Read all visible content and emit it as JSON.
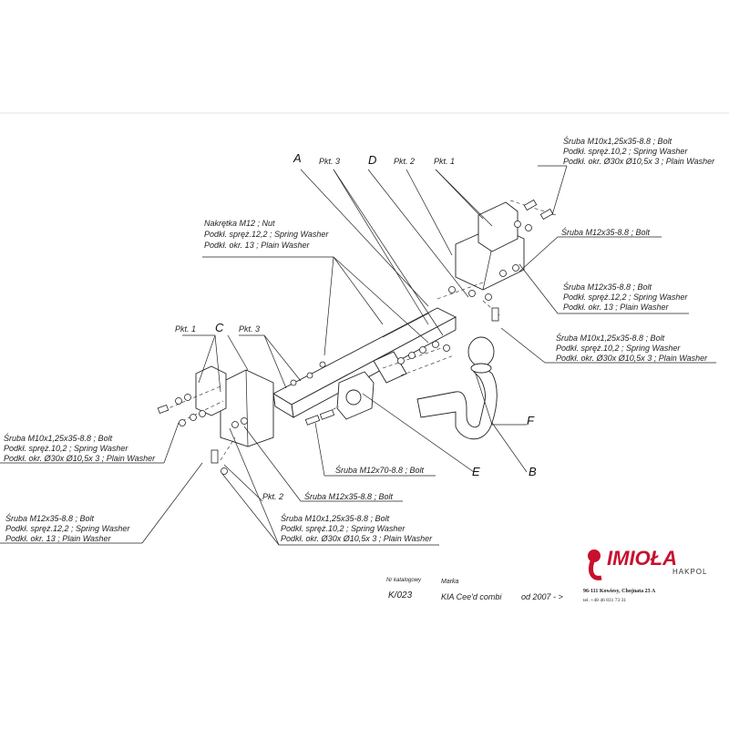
{
  "labels": {
    "pkt1": "Pkt. 1",
    "pkt2": "Pkt. 2",
    "pkt3": "Pkt. 3",
    "A": "A",
    "B": "B",
    "C": "C",
    "D": "D",
    "E": "E",
    "F": "F",
    "nut_line1": "Nakrętka  M12 ; Nut",
    "nut_line2": "Podkł. spręż.12,2 ; Spring Washer",
    "nut_line3": "Podkł. okr. 13 ; Plain Washer",
    "tr_line1": "Śruba M10x1,25x35-8.8 ;  Bolt",
    "tr_line2": "Podkł. spręż.10,2 ; Spring Washer",
    "tr_line3": "Podkł. okr.  Ø30x Ø10,5x 3 ; Plain Washer",
    "bolt_m12x35": "Śruba M12x35-8.8 ;  Bolt",
    "r2_line1": "Śruba M12x35-8.8 ;  Bolt",
    "r2_line2": "Podkł. spręż.12,2 ; Spring Washer",
    "r2_line3": "Podkł. okr. 13 ; Plain Washer",
    "r3_line1": "Śruba M10x1,25x35-8.8 ;  Bolt",
    "r3_line2": "Podkł. spręż.10,2 ; Spring Washer",
    "r3_line3": "Podkł. okr.  Ø30x Ø10,5x 3 ; Plain Washer",
    "l1_line1": "Śruba M10x1,25x35-8.8 ;  Bolt",
    "l1_line2": "Podkł. spręż.10,2 ; Spring Washer",
    "l1_line3": "Podkł. okr.  Ø30x Ø10,5x 3 ; Plain Washer",
    "bolt_m12x70": "Śruba M12x70-8.8 ;  Bolt",
    "bolt_m12x35_b": "Śruba M12x35-8.8 ;  Bolt",
    "l2_line1": "Śruba M12x35-8.8 ;  Bolt",
    "l2_line2": "Podkł. spręż.12,2 ; Spring Washer",
    "l2_line3": "Podkł. okr. 13 ; Plain Washer",
    "b_line1": "Śruba M10x1,25x35-8.8 ;  Bolt",
    "b_line2": "Podkł. spręż.10,2 ; Spring Washer",
    "b_line3": "Podkł. okr.  Ø30x Ø10,5x 3 ; Plain Washer"
  },
  "footer": {
    "catalog_label": "Nr katalogowy",
    "catalog_value": "K/023",
    "brand_label": "Marka",
    "brand_value": "KIA Cee'd combi",
    "year": "od  2007 - >"
  },
  "logo": {
    "name": "IMIOŁA",
    "sub": "HAKPOL",
    "address": "96-111 Kowiesy, Chojnata 23 A",
    "phone": "tel. +48 46 831 73 31",
    "accent_color": "#c8102e"
  }
}
